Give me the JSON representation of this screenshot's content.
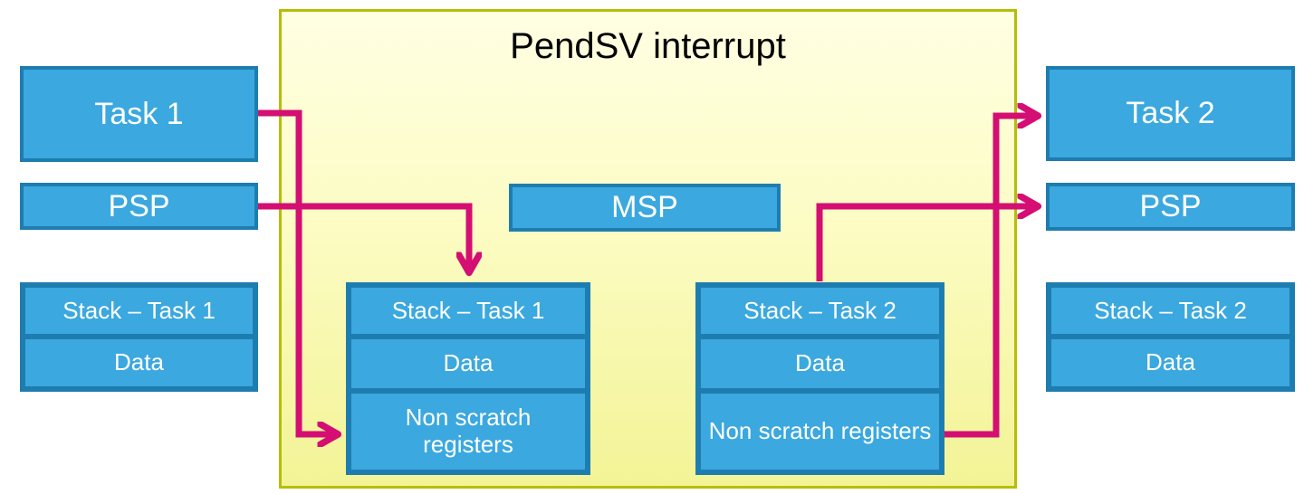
{
  "panel": {
    "title": "PendSV interrupt"
  },
  "left": {
    "task": "Task 1",
    "psp": "PSP",
    "stack_title": "Stack – Task 1",
    "stack_data": "Data"
  },
  "center": {
    "msp": "MSP",
    "stack1_title": "Stack – Task 1",
    "stack1_data": "Data",
    "stack1_registers": "Non scratch registers",
    "stack2_title": "Stack – Task 2",
    "stack2_data": "Data",
    "stack2_registers": "Non scratch registers"
  },
  "right": {
    "task": "Task 2",
    "psp": "PSP",
    "stack_title": "Stack – Task 2",
    "stack_data": "Data"
  },
  "arrows": [
    {
      "name": "task1-to-stack1-registers",
      "from": "Task 1",
      "to": "Stack – Task 1 / Non scratch registers"
    },
    {
      "name": "psp1-to-stack1-top",
      "from": "PSP (left)",
      "to": "Stack – Task 1 (top)"
    },
    {
      "name": "stack2-top-to-psp2",
      "from": "Stack – Task 2 (top)",
      "to": "PSP (right)"
    },
    {
      "name": "stack2-registers-to-task2",
      "from": "Stack – Task 2 / Non scratch registers",
      "to": "Task 2"
    }
  ],
  "colors": {
    "box_fill": "#3BA8DF",
    "box_border": "#1E7DB0",
    "box_text": "#FFFFFF",
    "panel_border": "#B5BE04",
    "panel_fill_top": "#FFFFE3",
    "panel_fill_bottom": "#F3F396",
    "arrow": "#D40E72",
    "title_text": "#000000"
  }
}
